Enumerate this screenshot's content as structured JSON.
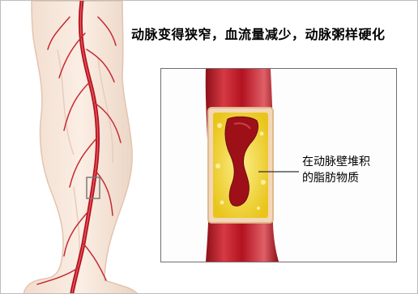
{
  "caption": "动脉变得狭窄，血流量减少，动脉粥样硬化",
  "annotation": {
    "line1": "在动脉壁堆积",
    "line2": "的脂肪物质"
  },
  "colors": {
    "artery": "#b3121f",
    "artery_highlight": "#e7545d",
    "plaque": "#f4dc33",
    "skin": "#f6e3d6"
  }
}
